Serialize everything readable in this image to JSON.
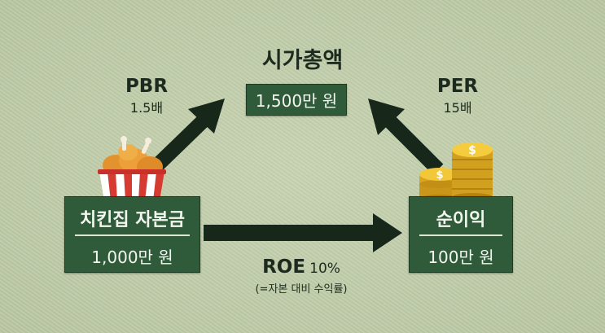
{
  "title": "시가총액",
  "market_cap": {
    "value": "1,500만 원"
  },
  "pbr": {
    "label": "PBR",
    "value": "1.5배"
  },
  "per": {
    "label": "PER",
    "value": "15배"
  },
  "equity": {
    "label": "치킨집 자본금",
    "value": "1,000만 원"
  },
  "net_income": {
    "label": "순이익",
    "value": "100만 원"
  },
  "roe": {
    "label": "ROE",
    "value": "10%",
    "note": "(=자본 대비 수익률)"
  },
  "icons": [
    "fried-chicken-bucket-icon",
    "gold-coins-icon"
  ],
  "colors": {
    "background": "#c3cfac",
    "box": "#2f5b3b",
    "arrow": "#17271a",
    "text": "#1d2b1e"
  }
}
